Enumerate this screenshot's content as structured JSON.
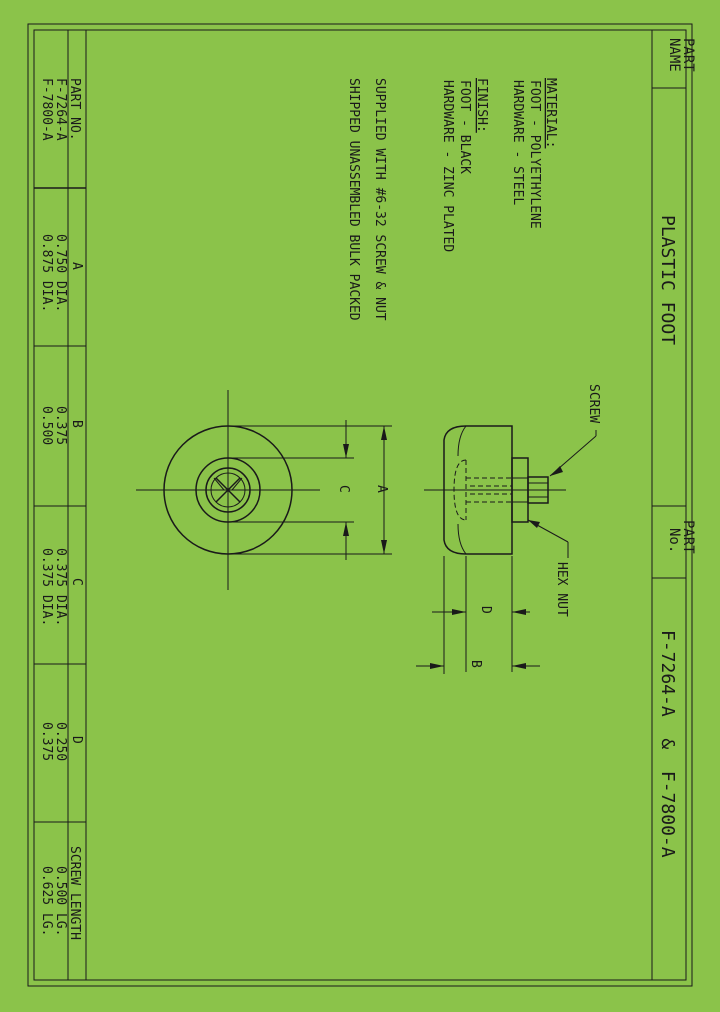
{
  "title_block": {
    "part_name_label_1": "PART",
    "part_name_label_2": "NAME",
    "part_name": "PLASTIC FOOT",
    "part_no_label_1": "PART",
    "part_no_label_2": "No.",
    "part_no": "F-7264-A  &  F-7800-A"
  },
  "notes": {
    "material_heading": "MATERIAL:",
    "material_1": "FOOT - POLYETHYLENE",
    "material_2": "HARDWARE - STEEL",
    "finish_heading": "FINISH:",
    "finish_1": "FOOT - BLACK",
    "finish_2": "HARDWARE - ZINC PLATED",
    "supplied": "SUPPLIED WITH #6-32 SCREW & NUT",
    "shipped": "SHIPPED UNASSEMBLED BULK PACKED"
  },
  "drawing_labels": {
    "screw": "SCREW",
    "hex_nut": "HEX NUT",
    "dim_a": "A",
    "dim_b": "B",
    "dim_c": "C",
    "dim_d": "D"
  },
  "table": {
    "headers": [
      "PART NO.",
      "A",
      "B",
      "C",
      "D",
      "SCREW LENGTH"
    ],
    "rows": [
      [
        "F-7264-A",
        "0.750 DIA.",
        "0.375",
        "0.375 DIA.",
        "0.250",
        "0.500 LG."
      ],
      [
        "F-7800-A",
        "0.875 DIA.",
        "0.500",
        "0.375 DIA.",
        "0.375",
        "0.625 LG."
      ]
    ]
  }
}
